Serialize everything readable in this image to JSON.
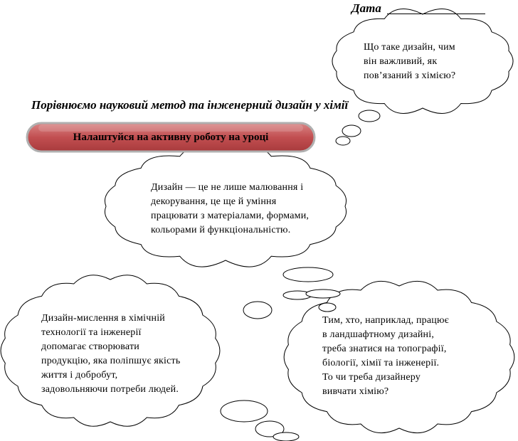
{
  "date": {
    "label": "Дата"
  },
  "title": "Порівнюємо науковий метод та інженерний дизайн у хімії",
  "banner": {
    "label": "Налаштуйся на активну роботу на уроці"
  },
  "bubbles": [
    {
      "lines": [
        "Що таке дизайн, чим",
        "він важливий, як",
        "пов’язаний з хімією?"
      ]
    },
    {
      "lines": [
        "Дизайн — це не лише малювання і",
        "декорування, це ще й уміння",
        "працювати з матеріалами, формами,",
        "кольорами й функціональністю."
      ]
    },
    {
      "lines": [
        "Дизайн-мислення в хімічній",
        "технології та інженерії",
        "допомагає створювати",
        "продукцію, яка поліпшує якість",
        "життя і добробут,",
        "задовольняючи потреби людей."
      ]
    },
    {
      "lines": [
        "Тим, хто, наприклад, працює",
        "в ландшафтному дизайні,",
        "треба знатися на топографії,",
        "біології, хімії та інженерії.",
        "То чи треба дизайнеру",
        "вивчати хімію?"
      ]
    }
  ]
}
